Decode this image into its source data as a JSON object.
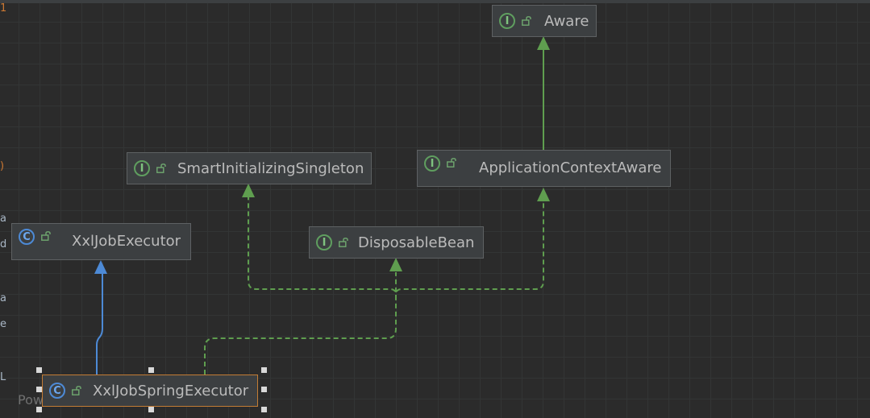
{
  "diagram": {
    "nodes": {
      "aware": {
        "kind_letter": "I",
        "label": "Aware",
        "icon": "interface-icon"
      },
      "smart_initializing_singleton": {
        "kind_letter": "I",
        "label": "SmartInitializingSingleton",
        "icon": "interface-icon"
      },
      "application_context_aware": {
        "kind_letter": "I",
        "label": "ApplicationContextAware",
        "icon": "interface-icon"
      },
      "xxl_job_executor": {
        "kind_letter": "C",
        "label": "XxlJobExecutor",
        "icon": "class-icon"
      },
      "disposable_bean": {
        "kind_letter": "I",
        "label": "DisposableBean",
        "icon": "interface-icon"
      },
      "xxl_job_spring_executor": {
        "kind_letter": "C",
        "label": "XxlJobSpringExecutor",
        "icon": "class-icon",
        "selected": true
      }
    },
    "edges": [
      {
        "from": "application_context_aware",
        "to": "aware",
        "kind": "extends"
      },
      {
        "from": "xxl_job_spring_executor",
        "to": "xxl_job_executor",
        "kind": "extends"
      },
      {
        "from": "xxl_job_spring_executor",
        "to": "smart_initializing_singleton",
        "kind": "implements"
      },
      {
        "from": "xxl_job_spring_executor",
        "to": "disposable_bean",
        "kind": "implements"
      },
      {
        "from": "xxl_job_spring_executor",
        "to": "application_context_aware",
        "kind": "implements"
      }
    ]
  },
  "editor_gutter": {
    "chars": [
      "1",
      ")",
      "a",
      "d",
      "a",
      "e",
      "L"
    ]
  },
  "watermark": {
    "text": "Pow"
  },
  "colors": {
    "background": "#2b2b2b",
    "node_fill": "#3c3f41",
    "interface_edge": "#5f9e4f",
    "extends_edge": "#4d8ad6",
    "selection_border": "#c37c35"
  }
}
